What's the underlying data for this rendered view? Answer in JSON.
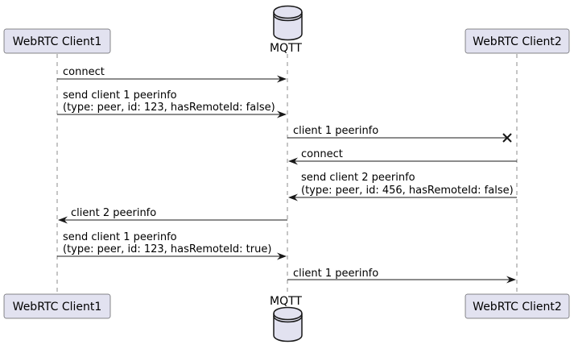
{
  "participants": {
    "client1": "WebRTC Client1",
    "mqtt": "MQTT",
    "client2": "WebRTC Client2"
  },
  "messages": [
    {
      "from": "client1",
      "to": "mqtt",
      "lines": [
        "connect"
      ],
      "lost": false
    },
    {
      "from": "client1",
      "to": "mqtt",
      "lines": [
        "send client 1 peerinfo",
        "(type: peer, id: 123, hasRemoteId: false)"
      ],
      "lost": false
    },
    {
      "from": "mqtt",
      "to": "client2",
      "lines": [
        "client 1 peerinfo"
      ],
      "lost": true
    },
    {
      "from": "client2",
      "to": "mqtt",
      "lines": [
        "connect"
      ],
      "lost": false
    },
    {
      "from": "client2",
      "to": "mqtt",
      "lines": [
        "send client 2 peerinfo",
        "(type: peer, id: 456, hasRemoteId: false)"
      ],
      "lost": false
    },
    {
      "from": "mqtt",
      "to": "client1",
      "lines": [
        "client 2 peerinfo"
      ],
      "lost": false
    },
    {
      "from": "client1",
      "to": "mqtt",
      "lines": [
        "send client 1 peerinfo",
        "(type: peer, id: 123, hasRemoteId: true)"
      ],
      "lost": false
    },
    {
      "from": "mqtt",
      "to": "client2",
      "lines": [
        "client 1 peerinfo"
      ],
      "lost": false
    }
  ]
}
